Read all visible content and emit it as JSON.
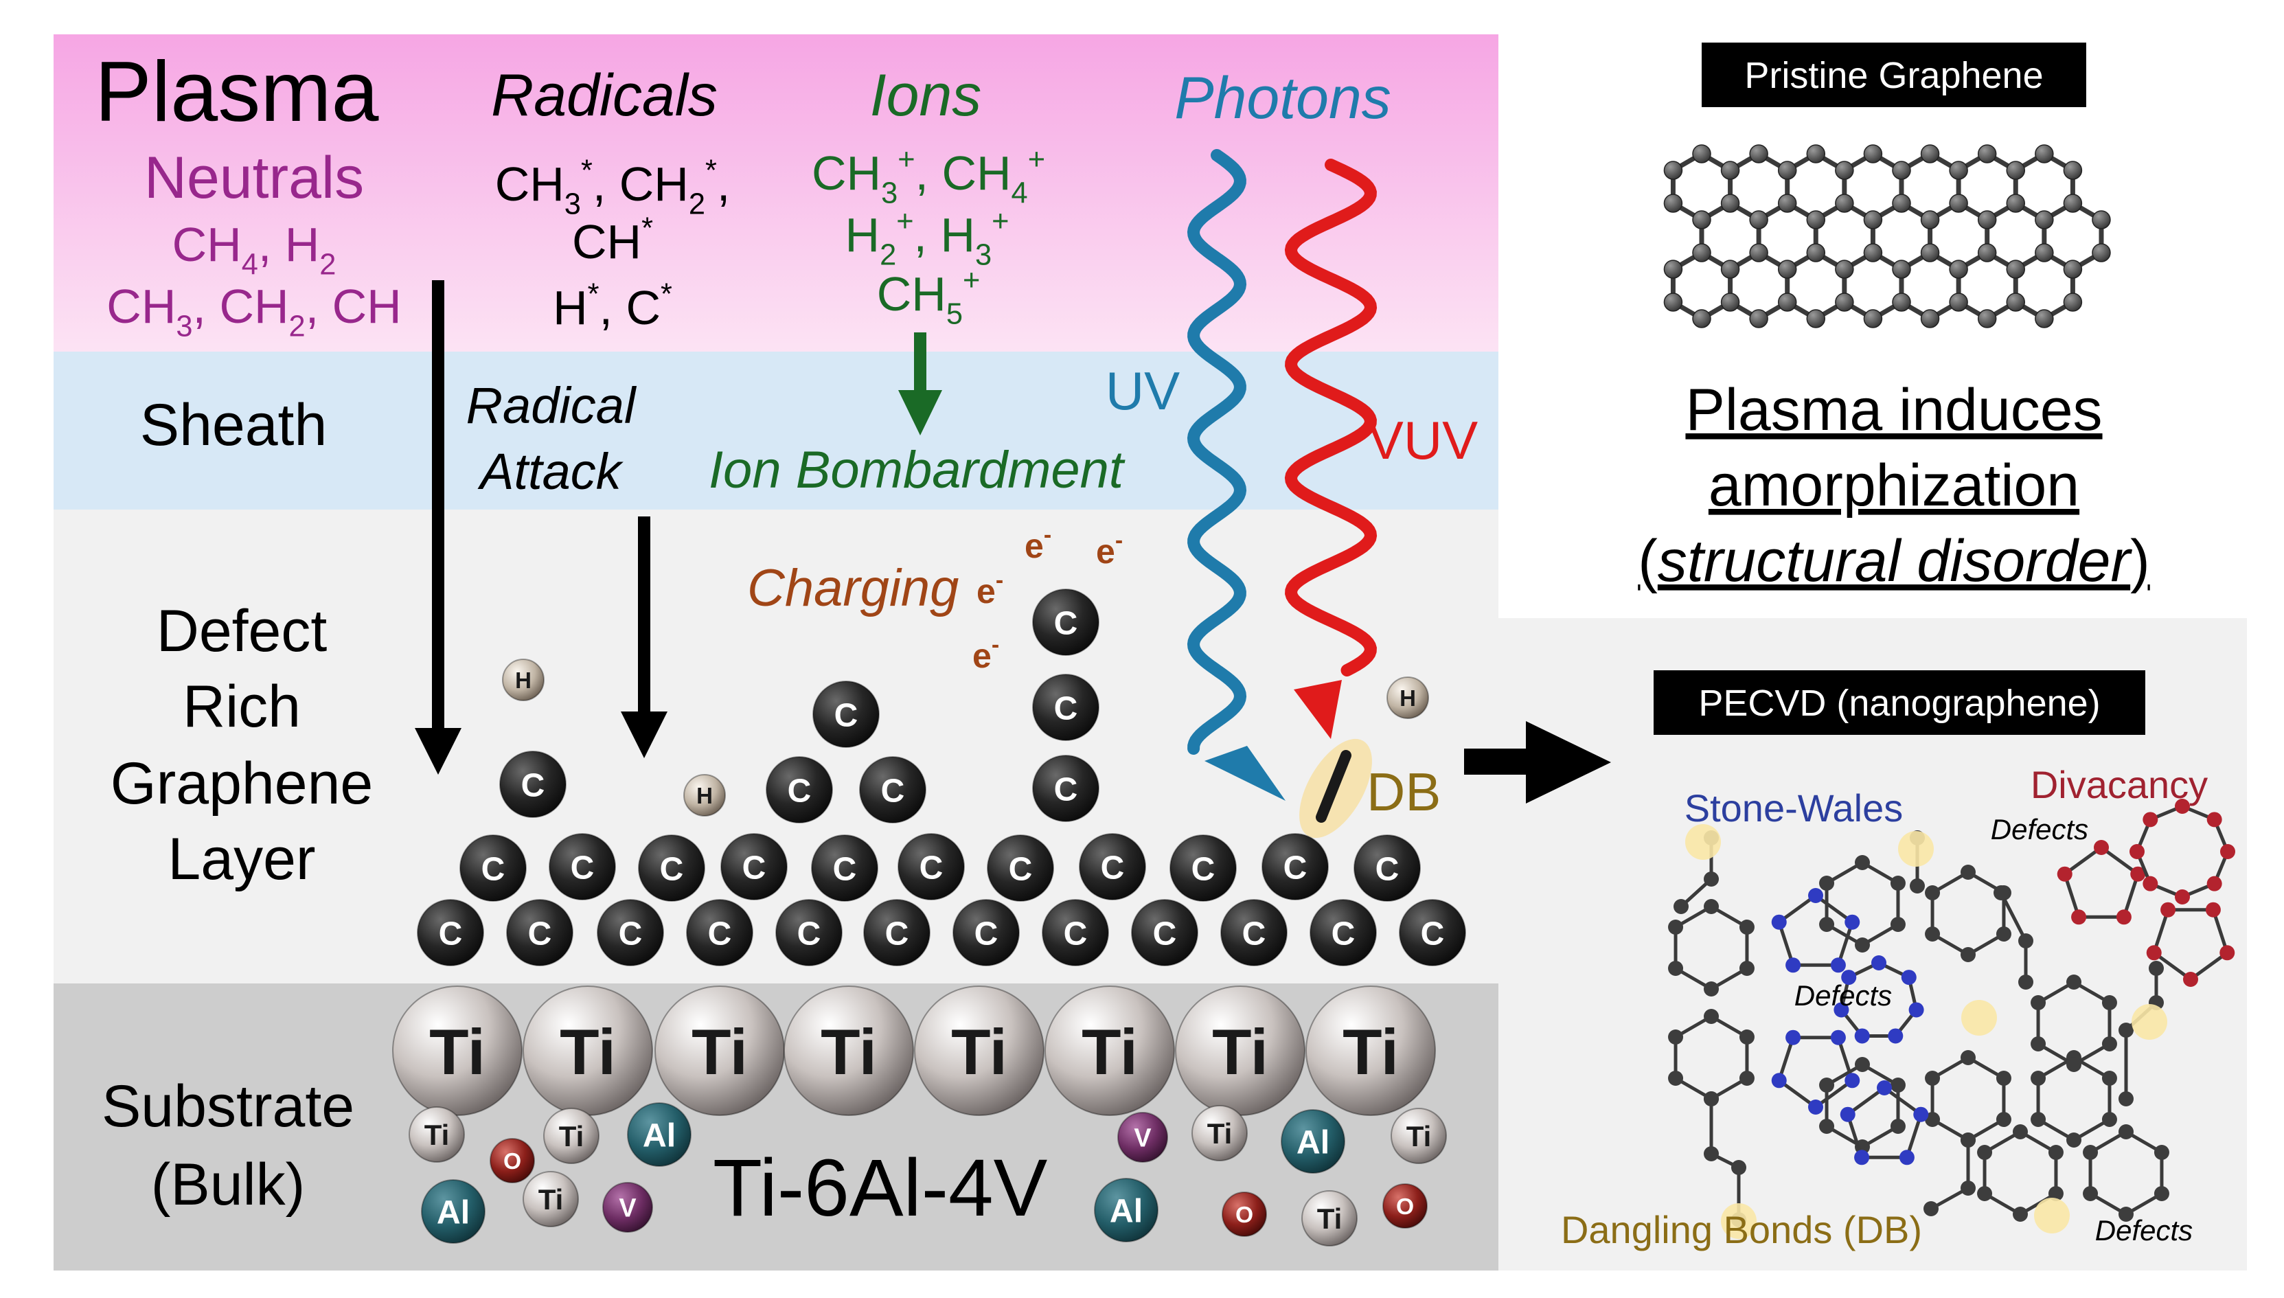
{
  "bands": {
    "plasma": "Plasma",
    "sheath": "Sheath",
    "defect_layer": [
      "Defect",
      "Rich",
      "Graphene",
      "Layer"
    ],
    "substrate": [
      "Substrate",
      "(Bulk)"
    ]
  },
  "neutrals": {
    "title": "Neutrals",
    "line1": [
      {
        "t": "CH"
      },
      {
        "t": "4",
        "s": "sub"
      },
      {
        "t": ", H"
      },
      {
        "t": "2",
        "s": "sub"
      }
    ],
    "line2": [
      {
        "t": "CH"
      },
      {
        "t": "3",
        "s": "sub"
      },
      {
        "t": ", CH"
      },
      {
        "t": "2",
        "s": "sub"
      },
      {
        "t": ", CH"
      }
    ]
  },
  "radicals": {
    "title": "Radicals",
    "line1": [
      {
        "t": "CH"
      },
      {
        "t": "3",
        "s": "sub"
      },
      {
        "t": "*",
        "s": "sup"
      },
      {
        "t": ", CH"
      },
      {
        "t": "2",
        "s": "sub"
      },
      {
        "t": "*",
        "s": "sup"
      },
      {
        "t": ","
      }
    ],
    "line2": [
      {
        "t": "CH"
      },
      {
        "t": "*",
        "s": "sup"
      }
    ],
    "line3": [
      {
        "t": "H"
      },
      {
        "t": "*",
        "s": "sup"
      },
      {
        "t": ", C"
      },
      {
        "t": "*",
        "s": "sup"
      }
    ],
    "attack": [
      "Radical",
      "Attack"
    ]
  },
  "ions": {
    "title": "Ions",
    "line1": [
      {
        "t": "CH"
      },
      {
        "t": "3",
        "s": "sub"
      },
      {
        "t": "+",
        "s": "sup"
      },
      {
        "t": ", CH"
      },
      {
        "t": "4",
        "s": "sub"
      },
      {
        "t": "+",
        "s": "sup"
      }
    ],
    "line2": [
      {
        "t": "H"
      },
      {
        "t": "2",
        "s": "sub"
      },
      {
        "t": "+",
        "s": "sup"
      },
      {
        "t": ", H"
      },
      {
        "t": "3",
        "s": "sub"
      },
      {
        "t": "+",
        "s": "sup"
      }
    ],
    "line3": [
      {
        "t": "CH"
      },
      {
        "t": "5",
        "s": "sub"
      },
      {
        "t": "+",
        "s": "sup"
      }
    ],
    "bombardment": "Ion Bombardment"
  },
  "photons": {
    "title": "Photons",
    "uv": "UV",
    "vuv": "VUV"
  },
  "charging": {
    "label": "Charging",
    "electron": "e",
    "charge": "-"
  },
  "atoms": {
    "carbon": "C",
    "hydrogen": "H",
    "titanium": "Ti",
    "aluminum": "Al",
    "vanadium": "V",
    "oxygen": "O"
  },
  "dangling_bond_label": "DB",
  "alloy_label": "Ti-6Al-4V",
  "pristine": {
    "badge": "Pristine Graphene",
    "caption": [
      "Plasma induces ",
      "amorphization "
    ],
    "caption3": {
      "open": "(",
      "italic": "structural disorder",
      "close": ")"
    }
  },
  "pecvd": {
    "badge": "PECVD (nanographene)",
    "stone_wales": "Stone-Wales",
    "divacancy": "Divacancy",
    "defects": "Defects",
    "dangling_bonds": "Dangling Bonds (DB)"
  },
  "colors": {
    "neutrals": "#98278c",
    "ions": "#1a6a26",
    "uv": "#1f7bab",
    "vuv": "#e01b1b",
    "charging": "#a04516",
    "dangling": "#8b6d16",
    "stone_wales": "#2c3f9f",
    "divacancy": "#a02230",
    "sheath_band": "#d7e8f6",
    "defect_band": "#f1f1f1",
    "substrate_band": "#cdcdcd",
    "atom_al": "#235d68",
    "atom_v": "#6d2d63",
    "atom_o": "#8c1f1a"
  }
}
